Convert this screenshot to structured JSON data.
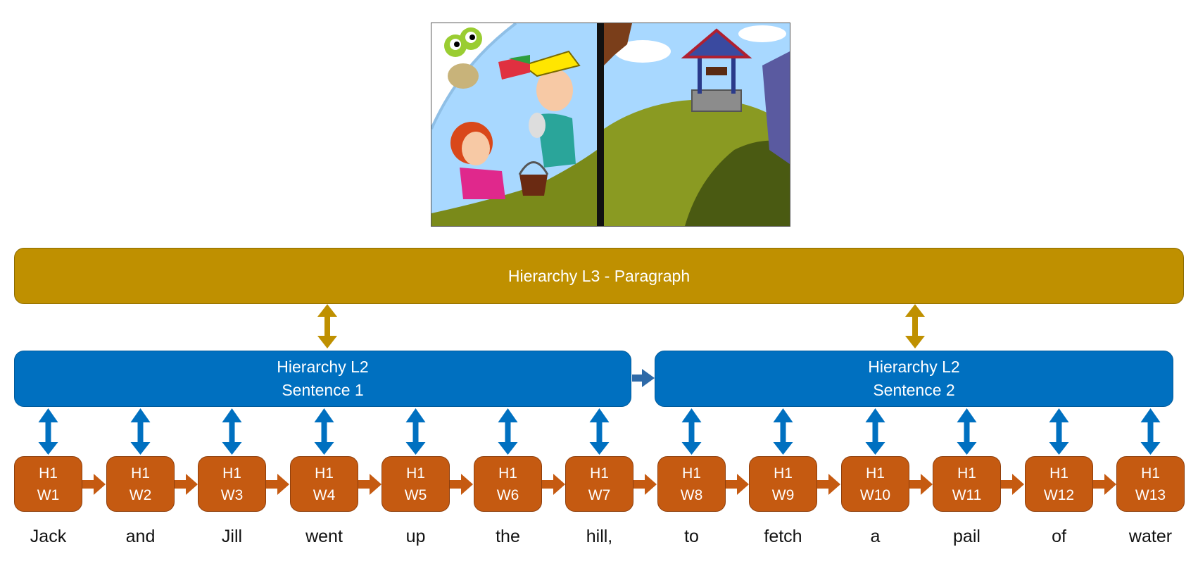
{
  "paragraph": {
    "label": "Hierarchy L3 - Paragraph",
    "color": "#bf9000"
  },
  "sentences": [
    {
      "line1": "Hierarchy L2",
      "line2": "Sentence 1"
    },
    {
      "line1": "Hierarchy L2",
      "line2": "Sentence 2"
    }
  ],
  "sentence_color": "#0070c0",
  "word_color": "#c55a11",
  "words": [
    {
      "h": "H1",
      "w": "W1",
      "text": "Jack"
    },
    {
      "h": "H1",
      "w": "W2",
      "text": "and"
    },
    {
      "h": "H1",
      "w": "W3",
      "text": "Jill"
    },
    {
      "h": "H1",
      "w": "W4",
      "text": "went"
    },
    {
      "h": "H1",
      "w": "W5",
      "text": "up"
    },
    {
      "h": "H1",
      "w": "W6",
      "text": "the"
    },
    {
      "h": "H1",
      "w": "W7",
      "text": "hill,"
    },
    {
      "h": "H1",
      "w": "W8",
      "text": "to"
    },
    {
      "h": "H1",
      "w": "W9",
      "text": "fetch"
    },
    {
      "h": "H1",
      "w": "W10",
      "text": "a"
    },
    {
      "h": "H1",
      "w": "W11",
      "text": "pail"
    },
    {
      "h": "H1",
      "w": "W12",
      "text": "of"
    },
    {
      "h": "H1",
      "w": "W13",
      "text": "water"
    }
  ]
}
